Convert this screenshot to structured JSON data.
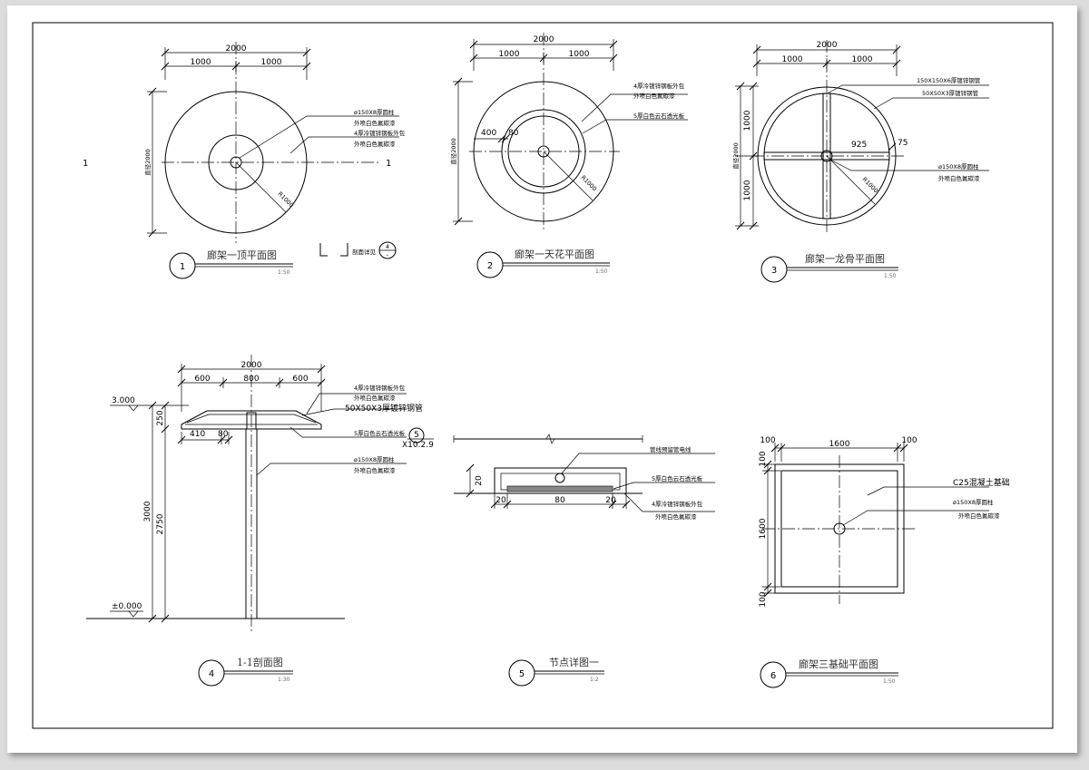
{
  "views": [
    {
      "num": "1",
      "title": "廊架一顶平面图",
      "scale": "1:50"
    },
    {
      "num": "2",
      "title": "廊架一天花平面图",
      "scale": "1:50"
    },
    {
      "num": "3",
      "title": "廊架一龙骨平面图",
      "scale": "1:50"
    },
    {
      "num": "4",
      "title": "1-1剖面图",
      "scale": "1:30"
    },
    {
      "num": "5",
      "title": "节点详图一",
      "scale": "1:2"
    },
    {
      "num": "6",
      "title": "廊架三基础平面图",
      "scale": "1:50"
    }
  ],
  "v1": {
    "dim_total": "2000",
    "dim_half_l": "1000",
    "dim_half_r": "1000",
    "dim_vert": "直径2000",
    "radius": "R1000",
    "sec_l": "1",
    "sec_r": "1",
    "note1a": "ø150X8厚圆柱",
    "note1b": "外喷白色氟碳漆",
    "note2a": "4厚冷镀锌钢板外包",
    "note2b": "外喷白色氟碳漆",
    "legend_text": "剖面详见",
    "legend_top": "4",
    "legend_bot": "-"
  },
  "v2": {
    "dim_total": "2000",
    "dim_half_l": "1000",
    "dim_half_r": "1000",
    "dim_vert": "直径2000",
    "dim_400": "400",
    "dim_80": "80",
    "radius": "R1000",
    "note1a": "4厚冷镀锌钢板外包",
    "note1b": "外喷白色氟碳漆",
    "note2": "5厚白色云石透光板"
  },
  "v3": {
    "dim_total": "2000",
    "dim_half_l": "1000",
    "dim_half_r": "1000",
    "dim_v1": "1000",
    "dim_v2": "1000",
    "dim_vert": "直径2000",
    "dim_925": "925",
    "dim_75": "75",
    "radius": "R1000",
    "note1": "150X150X6厚镀锌钢管",
    "note2": "50X50X3厚镀锌钢管",
    "note3a": "ø150X8厚圆柱",
    "note3b": "外喷白色氟碳漆"
  },
  "v4": {
    "dim_total": "2000",
    "dim_600l": "600",
    "dim_800": "800",
    "dim_600r": "600",
    "elev_top": "3.000",
    "elev_bot": "±0.000",
    "dim_250": "250",
    "dim_3000": "3000",
    "dim_2750": "2750",
    "dim_410": "410",
    "dim_80": "80",
    "note1a": "4厚冷镀锌钢板外包",
    "note1b": "外喷白色氟碳漆",
    "note2": "50X50X3厚镀锌钢管",
    "note3": "5厚白色云石透光板",
    "detail_num": "5",
    "detail_ref": "X10.2.9",
    "note4a": "ø150X8厚圆柱",
    "note4b": "外喷白色氟碳漆"
  },
  "v5": {
    "note1": "管线预留管电线",
    "note2": "5厚白色云石透光板",
    "note3a": "4厚冷镀锌钢板外包",
    "note3b": "外喷白色氟碳漆",
    "dim_20v": "20",
    "dim_20l": "20",
    "dim_80": "80",
    "dim_20r": "20"
  },
  "v6": {
    "dim_100l": "100",
    "dim_1600": "1600",
    "dim_100r": "100",
    "dim_v100t": "100",
    "dim_v1600": "1600",
    "dim_v100b": "100",
    "note1": "C25混凝土基础",
    "note2a": "ø150X8厚圆柱",
    "note2b": "外喷白色氟碳漆"
  }
}
